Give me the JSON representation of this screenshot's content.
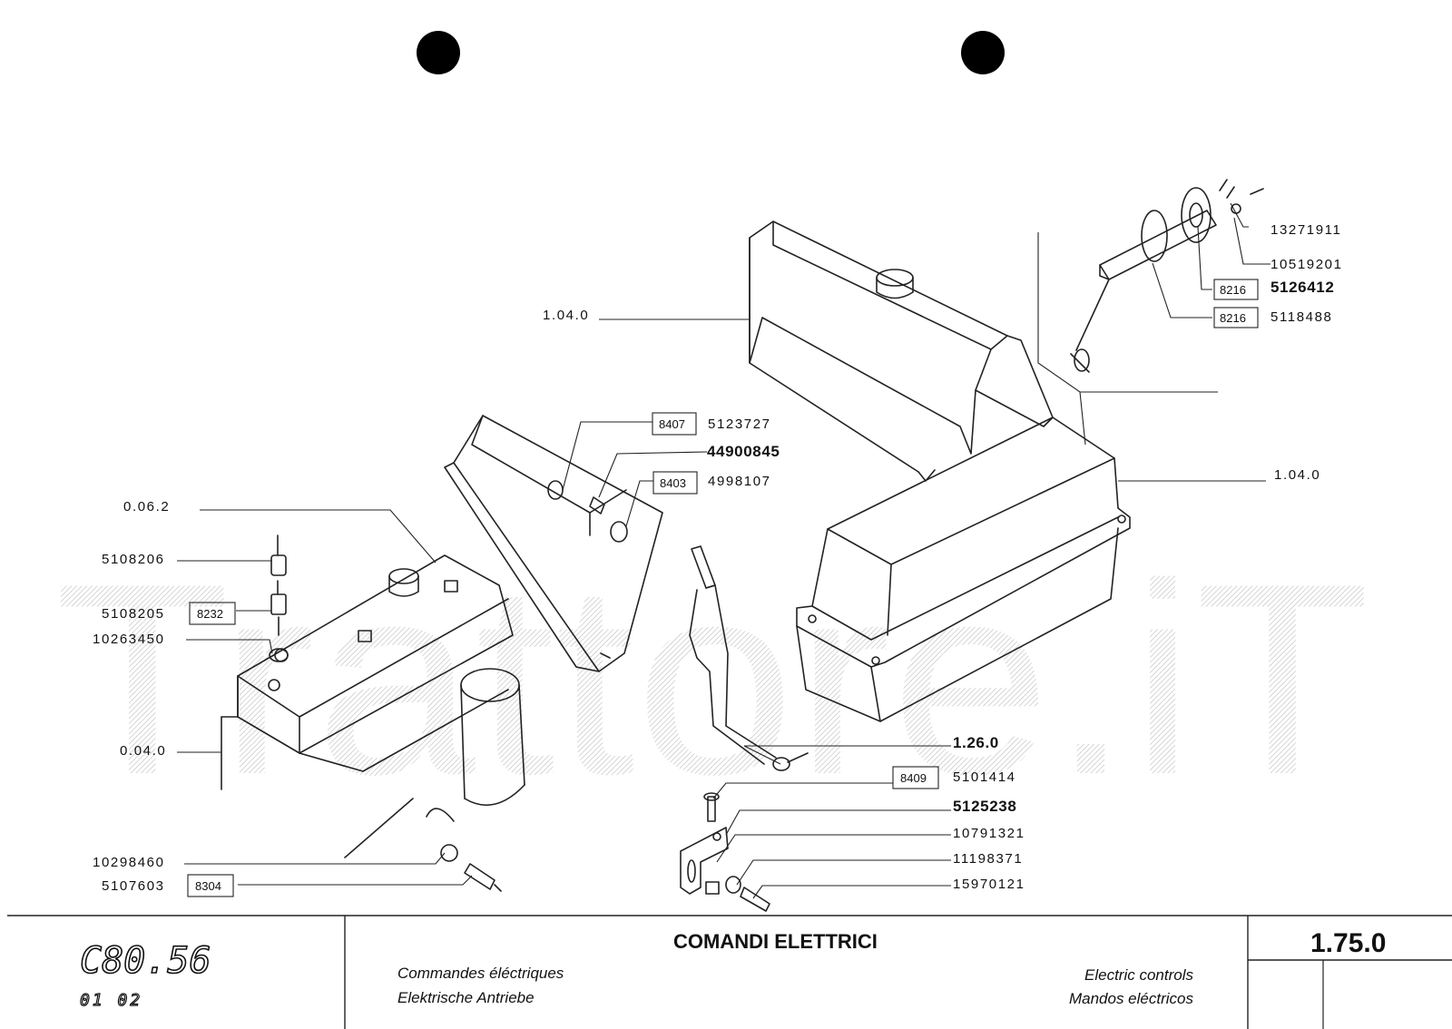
{
  "watermark": "Trattore.iT",
  "title": {
    "main": "COMANDI ELETTRICI",
    "fr": "Commandes éléctriques",
    "de": "Elektrische Antriebe",
    "en": "Electric controls",
    "es": "Mandos eléctricos"
  },
  "model": {
    "name": "C80.56",
    "sub": "01  02"
  },
  "page_code": "1.75.0",
  "labels": {
    "l_13271911": "13271911",
    "l_10519201": "10519201",
    "l_5126412": "5126412",
    "l_5118488": "5118488",
    "l_104_top": "1.04.0",
    "l_5123727": "5123727",
    "l_44900845": "44900845",
    "l_4998107": "4998107",
    "l_104_right": "1.04.0",
    "l_062": "0.06.2",
    "l_5108206": "5108206",
    "l_5108205": "5108205",
    "l_10263450": "10263450",
    "l_040": "0.04.0",
    "l_126": "1.26.0",
    "l_5101414": "5101414",
    "l_5125238": "5125238",
    "l_10791321": "10791321",
    "l_11198371": "11198371",
    "l_15970121": "15970121",
    "l_10298460": "10298460",
    "l_5107603": "5107603"
  },
  "refs": {
    "r_8216a": "8216",
    "r_8216b": "8216",
    "r_8407": "8407",
    "r_8403": "8403",
    "r_8232": "8232",
    "r_8409": "8409",
    "r_8304": "8304"
  }
}
